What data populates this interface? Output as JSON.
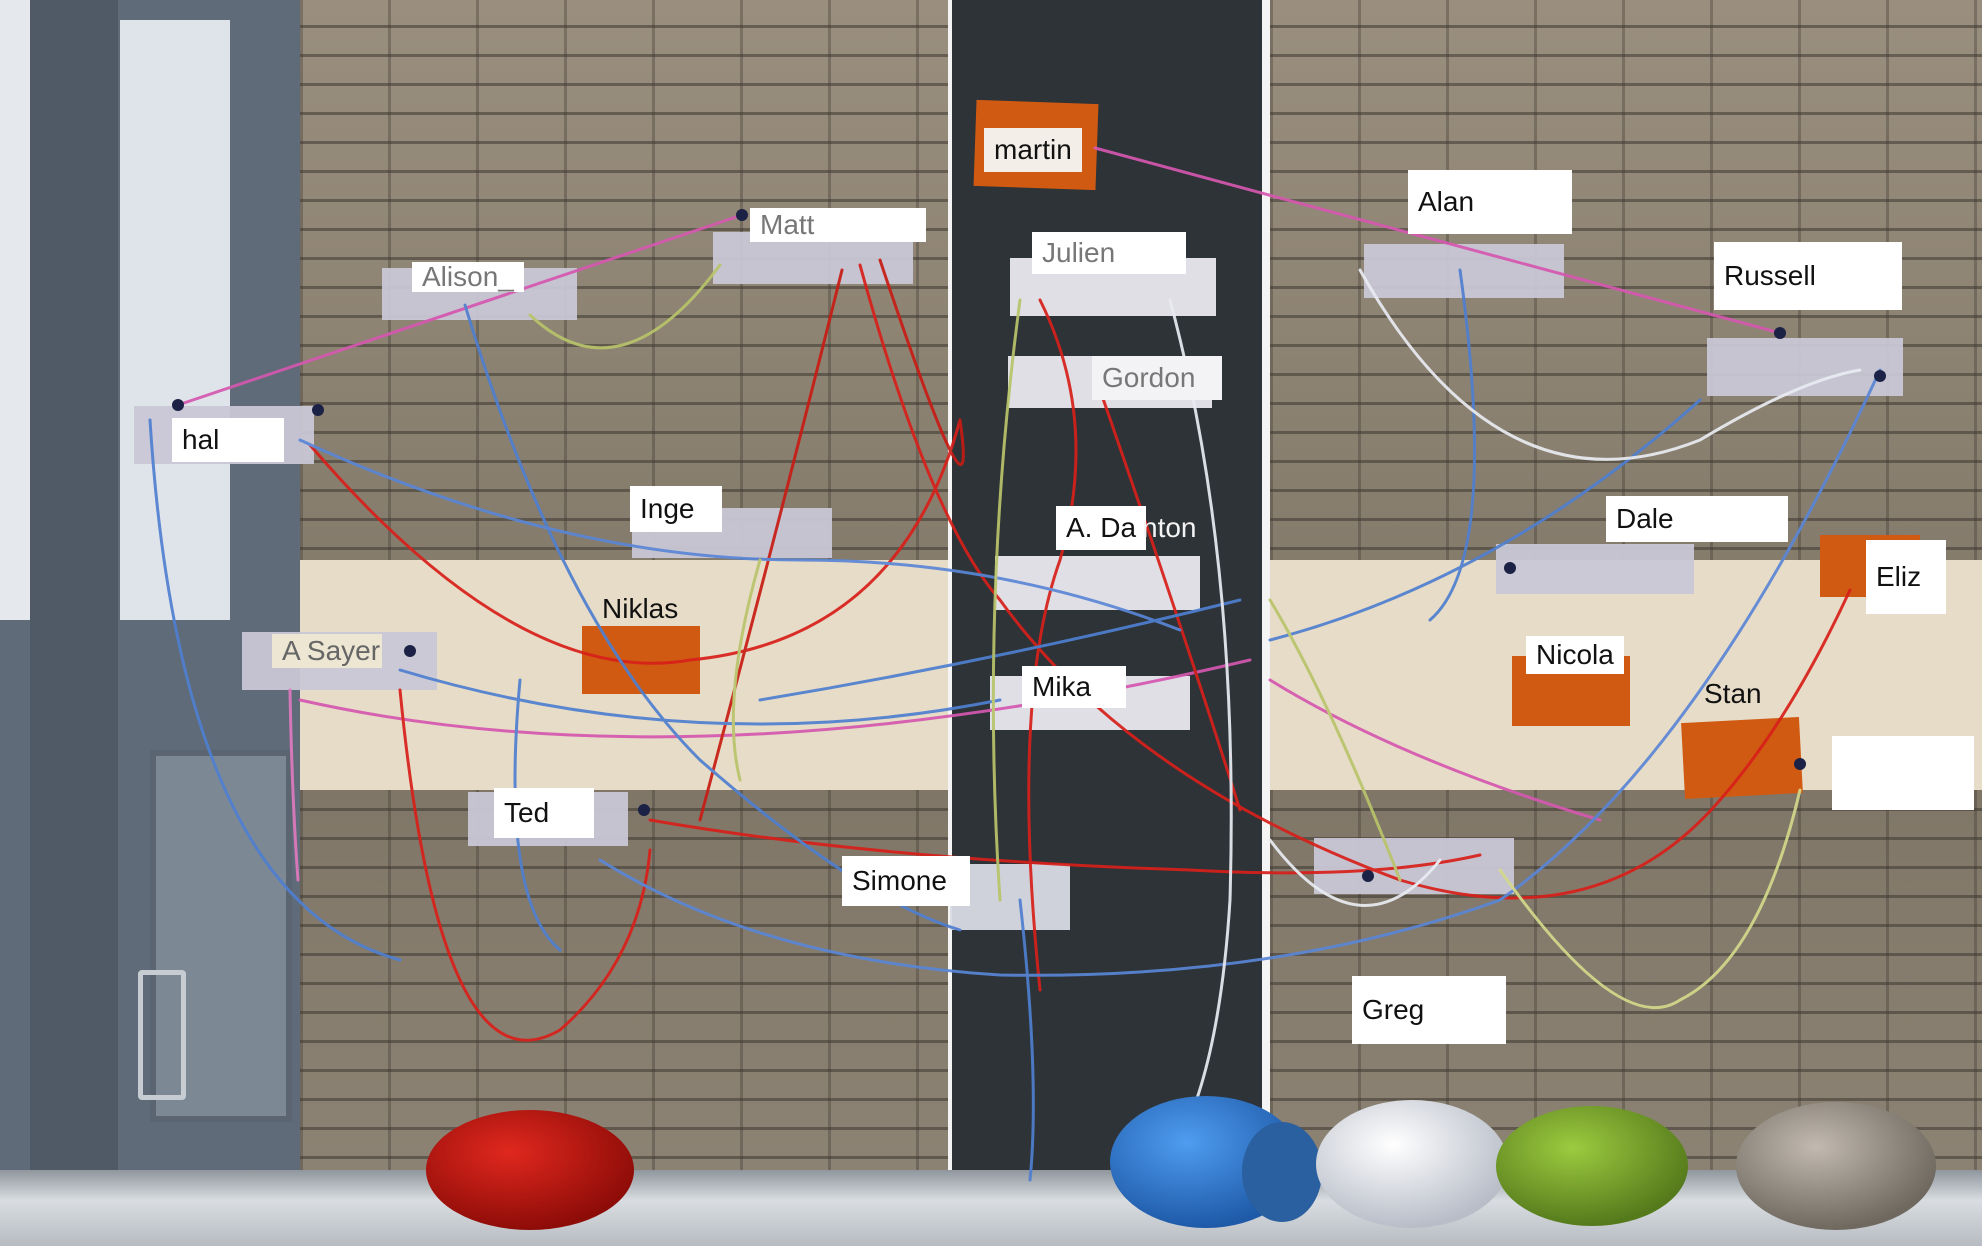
{
  "labels": {
    "martin": "martin",
    "matt": "Matt",
    "alison": "Alison_",
    "julien": "Julien",
    "alan": "Alan",
    "russell": "Russell",
    "gordon": "Gordon",
    "hal": "hal",
    "inge": "Inge",
    "a_da": "A. Da",
    "nton": "nton",
    "dale": "Dale",
    "eliz": "Eliz",
    "niklas": "Niklas",
    "a_sayer": "A Sayer",
    "nicola": "Nicola",
    "mika": "Mika",
    "stan": "Stan",
    "ted": "Ted",
    "simone": "Simone",
    "greg": "Greg"
  },
  "yarn_balls": [
    {
      "name": "red-yarn-ball",
      "color": "#c0130e"
    },
    {
      "name": "blue-yarn-ball",
      "color": "#2f7fd6"
    },
    {
      "name": "white-yarn-ball",
      "color": "#e4e6ee"
    },
    {
      "name": "green-yarn-ball",
      "color": "#7fae2e"
    },
    {
      "name": "grey-yarn-ball",
      "color": "#9b948c"
    }
  ],
  "colors": {
    "red_yarn": "#d8201a",
    "blue_yarn": "#4f7fd0",
    "pink_yarn": "#d657b0",
    "white_yarn": "#e9ecf2",
    "green_yarn": "#b9c46a",
    "orange_card": "#d05a12"
  }
}
